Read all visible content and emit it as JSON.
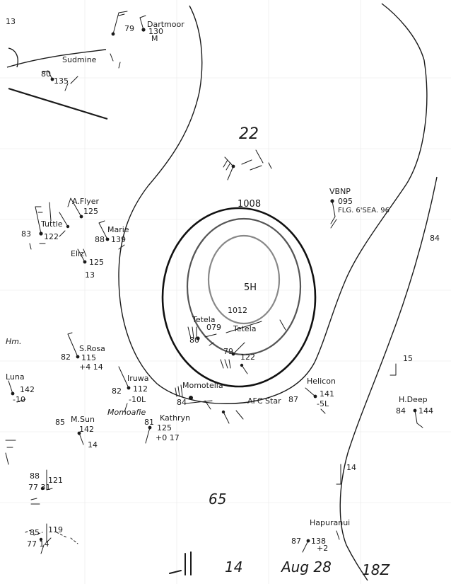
{
  "map": {
    "footer": {
      "chart_no": "14",
      "month_day": "Aug 28",
      "time": "18Z"
    },
    "center_label": "5H",
    "isobar_labels": {
      "outer": "1008",
      "inner": "1012"
    },
    "area_labels": {
      "north": "22",
      "south": "65"
    },
    "edge_labels": {
      "top_left": "13",
      "right": "84"
    },
    "stations": [
      {
        "name": "Dartmoor",
        "temp": "79",
        "pressure": "130",
        "extra": "M"
      },
      {
        "name": "Sudmine",
        "temp": "80",
        "pressure": "135"
      },
      {
        "name": "A.Flyer",
        "pressure": "125"
      },
      {
        "name": "Tuttle",
        "temp": "83",
        "pressure": "122"
      },
      {
        "name": "Marie",
        "temp": "88",
        "pressure": "139"
      },
      {
        "name": "Eliz",
        "pressure": "125",
        "extra": "13"
      },
      {
        "name": "VBNP",
        "pressure": "095",
        "extra": "FLG. 6'SEA. 96"
      },
      {
        "name": "Tetela",
        "temp": "80",
        "pressure": "079"
      },
      {
        "name": "Tetela",
        "temp": "79",
        "pressure": "122"
      },
      {
        "name": "S.Rosa",
        "temp": "82",
        "pressure": "115",
        "extra": "+4 14"
      },
      {
        "name": "Iruwa",
        "temp": "82",
        "pressure": "112",
        "extra": "-10L"
      },
      {
        "name": "Momotella",
        "temp": "84"
      },
      {
        "name": "AFC Star",
        "temp": "87"
      },
      {
        "name": "Helicon",
        "pressure": "141",
        "extra": "-5L"
      },
      {
        "name": "H.Deep",
        "temp": "84",
        "pressure": "144"
      },
      {
        "name": "M.Sun",
        "temp": "85",
        "pressure": "142",
        "extra": "14"
      },
      {
        "name": "Momoafie"
      },
      {
        "name": "Kathryn",
        "temp": "81",
        "pressure": "125",
        "extra": "+0 17"
      },
      {
        "name": "Luna",
        "pressure": "142",
        "extra": "-10"
      },
      {
        "name": "Hapuranui",
        "temp": "87",
        "pressure": "138",
        "extra": "+2"
      },
      {
        "name": "",
        "temp": "88",
        "pressure": "121",
        "extra": "77 31"
      },
      {
        "name": "",
        "temp": "85",
        "pressure": "119",
        "extra": "77 14"
      },
      {
        "name": "",
        "temp": "",
        "pressure": "",
        "extra": "15"
      },
      {
        "name": "",
        "temp": "",
        "pressure": "",
        "extra": "14"
      }
    ]
  }
}
